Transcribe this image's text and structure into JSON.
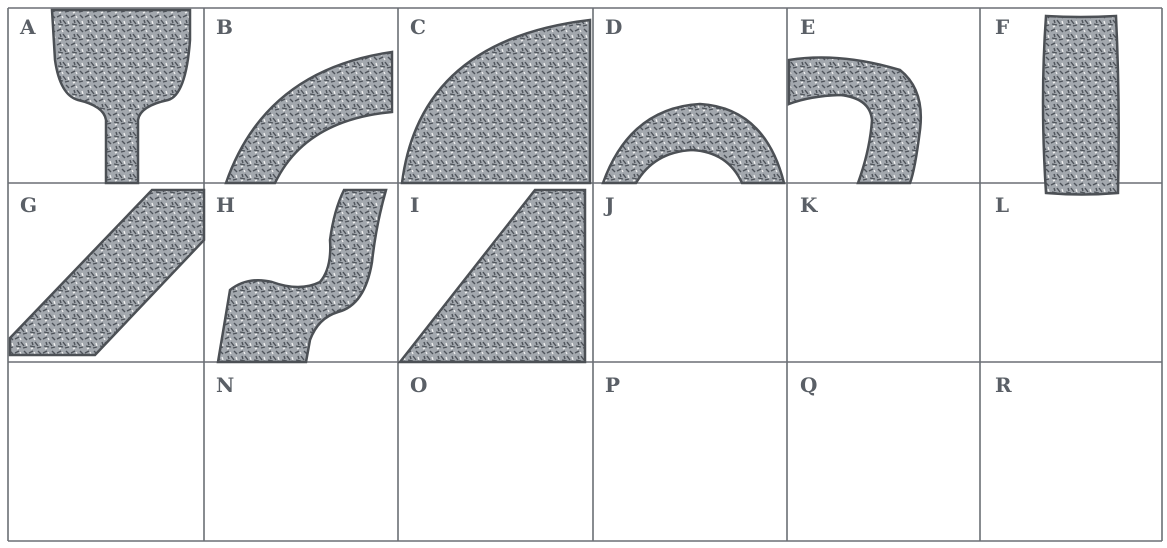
{
  "grid": {
    "rows": 3,
    "cols": 6,
    "cells": [
      {
        "label": "A",
        "shape": "stem-joint"
      },
      {
        "label": "B",
        "shape": "thin-arc"
      },
      {
        "label": "C",
        "shape": "thick-arc"
      },
      {
        "label": "D",
        "shape": "dome"
      },
      {
        "label": "E",
        "shape": "hook"
      },
      {
        "label": "F",
        "shape": "vertical-band"
      },
      {
        "label": "G",
        "shape": "diagonal-band"
      },
      {
        "label": "H",
        "shape": "step-band"
      },
      {
        "label": "I",
        "shape": "corner-wedge"
      },
      {
        "label": "J",
        "shape": "blank"
      },
      {
        "label": "K",
        "shape": "blank"
      },
      {
        "label": "L",
        "shape": "blank"
      },
      {
        "label": "",
        "shape": "blank"
      },
      {
        "label": "N",
        "shape": "blank"
      },
      {
        "label": "O",
        "shape": "blank"
      },
      {
        "label": "P",
        "shape": "blank"
      },
      {
        "label": "Q",
        "shape": "blank"
      },
      {
        "label": "R",
        "shape": "blank"
      }
    ]
  },
  "colors": {
    "shape_fill": "#9aa0a6",
    "shape_dark": "#5d6268",
    "line": "#6b6f75",
    "label": "#5a5f66"
  }
}
